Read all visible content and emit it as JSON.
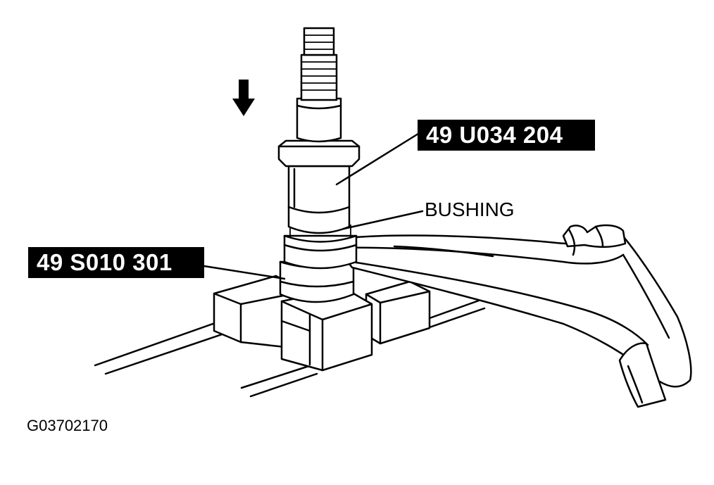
{
  "callouts": {
    "tool_top": "49 U034 204",
    "tool_bottom": "49 S010 301",
    "bushing": "BUSHING"
  },
  "figure_code": "G03702170",
  "colors": {
    "ink": "#000000",
    "paper": "#ffffff",
    "tag_text": "#ffffff"
  },
  "icons": {
    "press_direction": "arrow-down-icon"
  }
}
